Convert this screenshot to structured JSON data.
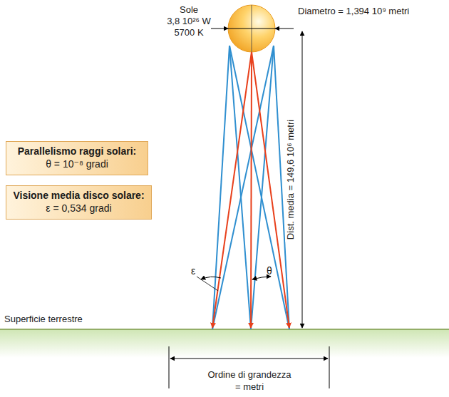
{
  "diagram": {
    "nodes": [
      {
        "text": [
          "Parallelismo raggi solari:",
          "θ = 10⁻⁸ gradi"
        ]
      },
      {
        "text": [
          "Visione media disco solare:",
          "ε = 0,534 gradi"
        ]
      }
    ],
    "labels": [
      "Sole",
      "3,8 10²⁶ W",
      "5700 K",
      "Diametro = 1,394 10⁹ metri",
      "Dist. media = 149,6 10⁶ metri",
      "ε",
      "θ",
      "Superficie terrestre",
      "Ordine di grandezza",
      "= metri"
    ]
  }
}
